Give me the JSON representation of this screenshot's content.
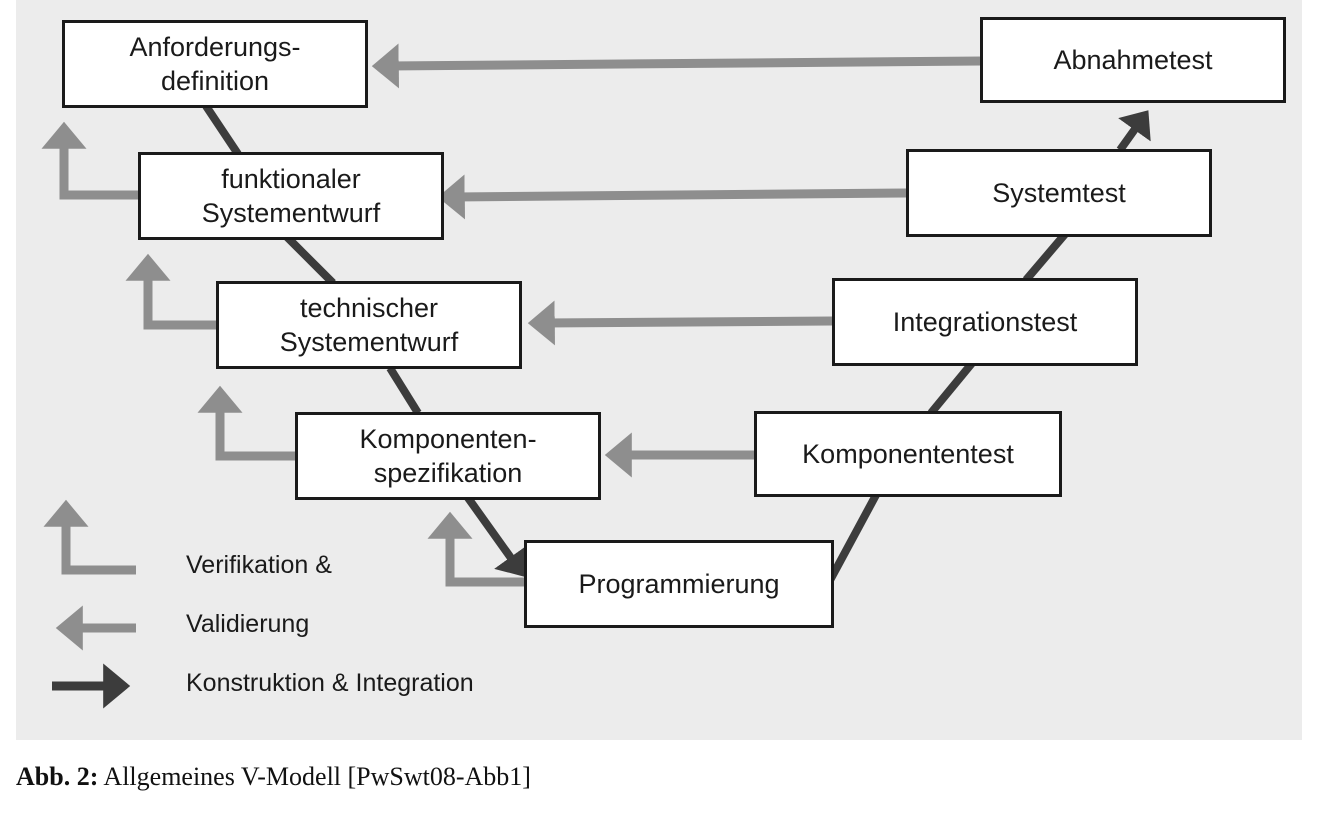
{
  "nodes": {
    "anforderungsdefinition": "Anforderungs-\ndefinition",
    "funktionaler_systementwurf": "funktionaler\nSystementwurf",
    "technischer_systementwurf": "technischer\nSystementwurf",
    "komponentenspezifikation": "Komponenten-\nspezifikation",
    "programmierung": "Programmierung",
    "komponententest": "Komponententest",
    "integrationstest": "Integrationstest",
    "systemtest": "Systemtest",
    "abnahmetest": "Abnahmetest"
  },
  "legend": {
    "verification": "Verifikation &",
    "validation": "Validierung",
    "construction": "Konstruktion & Integration"
  },
  "caption": {
    "label": "Abb. 2:",
    "text": " Allgemeines V-Modell [PwSwt08-Abb1]"
  },
  "colors": {
    "background": "#ececec",
    "box_border": "#1a1a1a",
    "light_arrow": "#8e8e8e",
    "dark_arrow": "#3c3c3c",
    "text": "#1a1a1a"
  }
}
